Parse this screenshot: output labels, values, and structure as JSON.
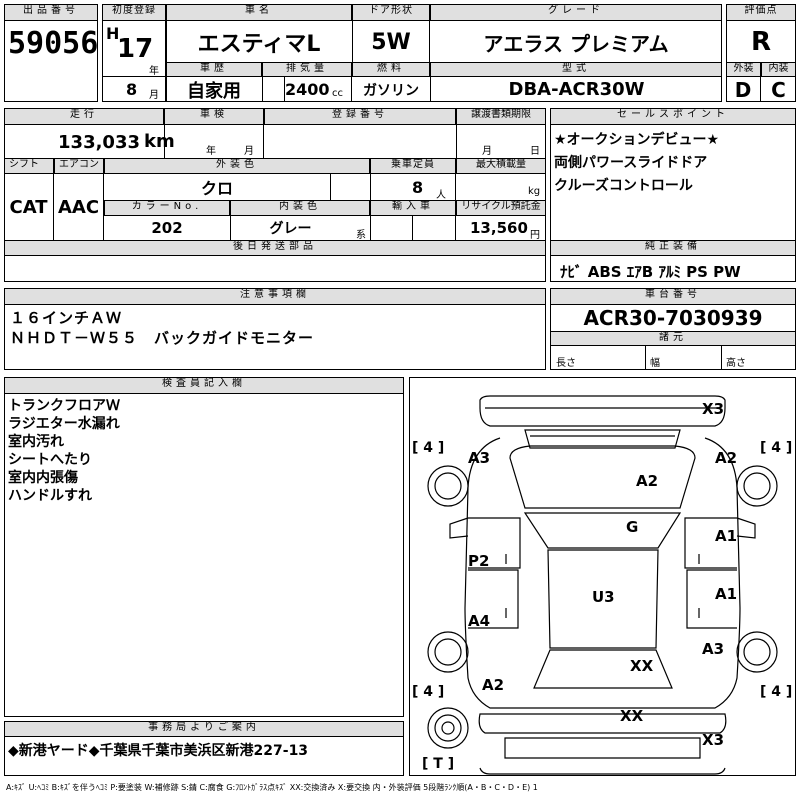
{
  "header": {
    "lot_label": "出品番号",
    "lot_number": "59056",
    "first_reg_label": "初度登録",
    "era": "H",
    "year": "17",
    "year_unit": "年",
    "month": "8",
    "month_unit": "月",
    "car_name_label": "車名",
    "car_name": "エスティマL",
    "door_label": "ドア形状",
    "door": "5W",
    "grade_label": "グレード",
    "grade": "アエラス プレミアム",
    "score_label": "評価点",
    "score": "R",
    "history_label": "車歴",
    "history": "自家用",
    "displacement_label": "排気量",
    "displacement": "2400",
    "displacement_unit": "cc",
    "fuel_label": "燃料",
    "fuel": "ガソリン",
    "model_code_label": "型式",
    "model_code": "DBA-ACR30W",
    "exterior_label": "外装",
    "exterior_score": "D",
    "interior_label": "内装",
    "interior_score": "C"
  },
  "row2": {
    "mileage_label": "走行",
    "mileage": "133,033",
    "mileage_unit": "km",
    "inspection_label": "車検",
    "inspection_year": "年",
    "inspection_month": "月",
    "reg_no_label": "登録番号",
    "doc_deadline_label": "譲渡書類期限",
    "doc_deadline_month": "月",
    "doc_deadline_day": "日",
    "shift_label": "シフト",
    "shift": "CAT",
    "ac_label": "エアコン",
    "ac": "AAC",
    "color_label": "外装色",
    "color": "クロ",
    "capacity_label": "乗車定員",
    "capacity": "8",
    "capacity_unit": "人",
    "max_load_label": "最大積載量",
    "max_load_unit": "kg",
    "color_no_label": "カラーNo.",
    "color_no": "202",
    "interior_color_label": "内装色",
    "interior_color": "グレー",
    "interior_color_suffix": "系",
    "import_label": "輸入車",
    "recycle_label": "リサイクル預託金",
    "recycle": "13,560",
    "recycle_unit": "円",
    "later_parts_label": "後日発送部品"
  },
  "sales_points": {
    "label": "セールスポイント",
    "lines": [
      "★オークションデビュー★",
      "両側パワースライドドア",
      "クルーズコントロール"
    ]
  },
  "equipment": {
    "label": "純正装備",
    "items": "ﾅﾋﾞ ABS ｴｱB ｱﾙﾐ PS PW"
  },
  "notes": {
    "label": "注意事項欄",
    "lines": [
      "１６インチＡＷ",
      "ＮＨＤＴ－Ｗ５５　バックガイドモニター"
    ]
  },
  "chassis": {
    "label": "車台番号",
    "number": "ACR30-7030939",
    "dims_label": "諸元",
    "length_label": "長さ",
    "width_label": "幅",
    "height_label": "高さ"
  },
  "inspector": {
    "label": "検査員記入欄",
    "lines": [
      "トランクフロアＷ",
      "ラジエター水漏れ",
      "室内汚れ",
      "シートへたり",
      "室内内張傷",
      "ハンドルすれ"
    ]
  },
  "diagram": {
    "tl_bracket": "[ 4 ]",
    "tr_bracket": "[ 4 ]",
    "bl_bracket": "[ 4 ]",
    "br_bracket": "[ 4 ]",
    "t_bracket": "[ T ]",
    "marks": {
      "front_bumper": "X3",
      "front_left_fender": "A3",
      "front_right_fender": "A2",
      "hood": "A2",
      "windshield": "G",
      "right_front_door": "A1",
      "left_front_door": "P2",
      "right_rear_door": "A1",
      "roof": "U3",
      "left_rear_door": "A4",
      "right_quarter": "A3",
      "back_glass": "XX",
      "left_quarter": "A2",
      "back_door": "XX",
      "rear_bumper": "X3"
    }
  },
  "office": {
    "label": "事務局よりご案内",
    "text": "◆新港ヤード◆千葉県千葉市美浜区新港227-13"
  },
  "legend": {
    "text": "A:ｷｽﾞ U:ﾍｺﾐ B:ｷｽﾞを伴うﾍｺﾐ P:要塗装 W:補修跡 S:錆 C:腐食 G:ﾌﾛﾝﾄｶﾞﾗｽ点ｷｽﾞ XX:交換済み X:要交換 内・外装評価 5段階ﾗﾝｸ順(A・B・C・D・E) 1"
  }
}
